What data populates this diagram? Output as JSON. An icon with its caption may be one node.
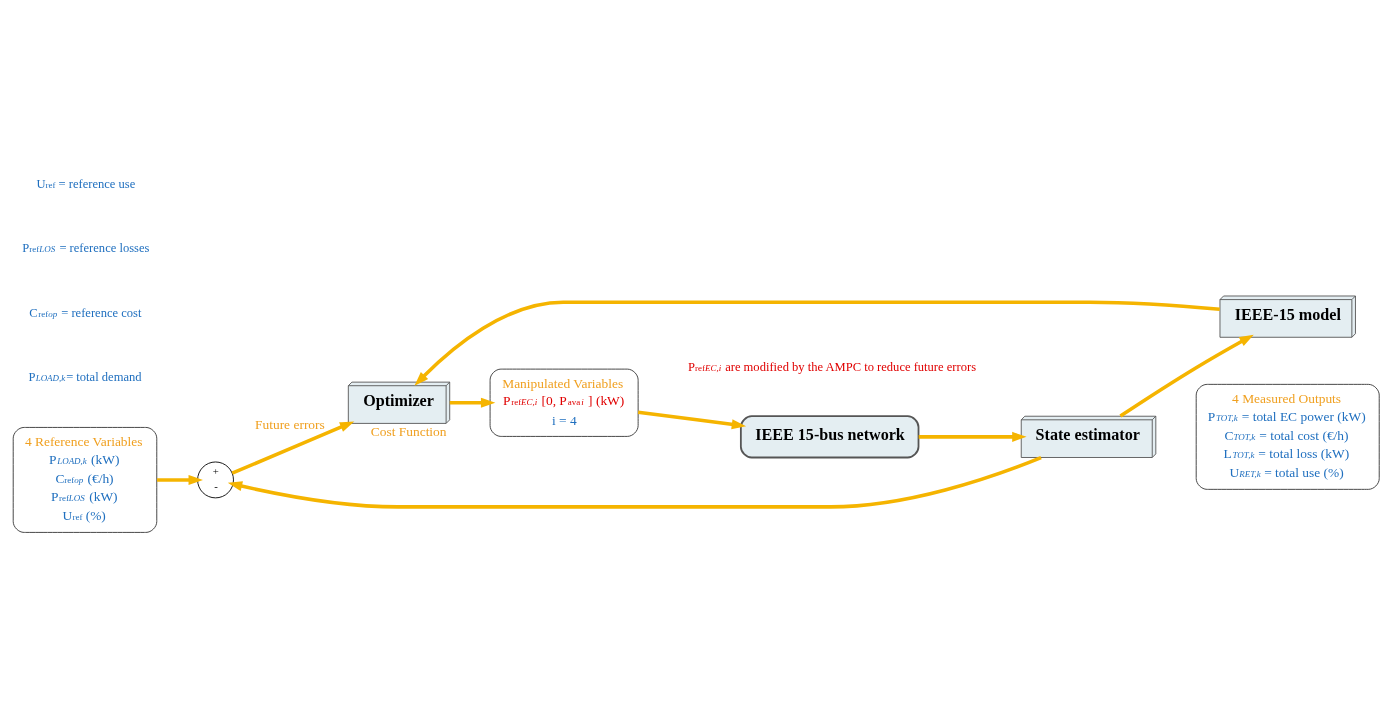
{
  "diagram": {
    "nodes": [
      {
        "text": [
          "4 Reference Variables",
          "P$_{LOAD,k}$ (kW)",
          "C$^{ref}$$_{op}$ (€/h)",
          "P$^{ref}$$_{LOS}$ (kW)",
          "U$^{ref}$ (%)"
        ]
      },
      {
        "text": [
          "+",
          "-"
        ]
      },
      {
        "text": [
          "Optimizer"
        ],
        "beside": [
          "Cost Function"
        ]
      },
      {
        "text": [
          "Manipulated Variables",
          "P$^{ref}$$_{EC,i}$ [0, P$^{ava}$$_{i}$ ] (kW)",
          "i = 4"
        ]
      },
      {
        "text": [
          "IEEE 15-bus network"
        ]
      },
      {
        "text": [
          "IEEE-15 model"
        ]
      },
      {
        "text": [
          "State estimator"
        ]
      },
      {
        "text": [
          "4 Measured Outputs",
          "P$_{TOT,k}$ = total EC power (kW)",
          "C$_{TOT,k}$ = total cost (€/h)",
          "L$_{TOT,k}$ = total loss (kW)",
          "U$_{RET,k}$ = total use (%)"
        ]
      }
    ],
    "edges": [
      {
        "from": 0,
        "to": 1,
        "arrow": "to"
      },
      {
        "from": 1,
        "to": 2,
        "arrow": "to",
        "label": "Future errors"
      },
      {
        "from": 2,
        "to": 3,
        "arrow": "to"
      },
      {
        "from": 3,
        "to": 4,
        "arrow": "to"
      },
      {
        "from": 4,
        "to": 6,
        "arrow": "to"
      },
      {
        "from": 6,
        "to": 1,
        "arrow": "to"
      },
      {
        "from": 6,
        "to": 5,
        "arrow": "to"
      },
      {
        "from": 5,
        "to": 2,
        "arrow": "to"
      }
    ],
    "labels": [
      "P$_{LOAD,k}$= total demand",
      "C$^{ref}$$_{op}$ = reference cost",
      "P$^{ref}$$_{LOS}$ = reference losses",
      "U$^{ref}$ = reference use",
      "P$^{ref}$$_{EC,i}$ are modified by the AMPC to reduce future errors"
    ]
  }
}
